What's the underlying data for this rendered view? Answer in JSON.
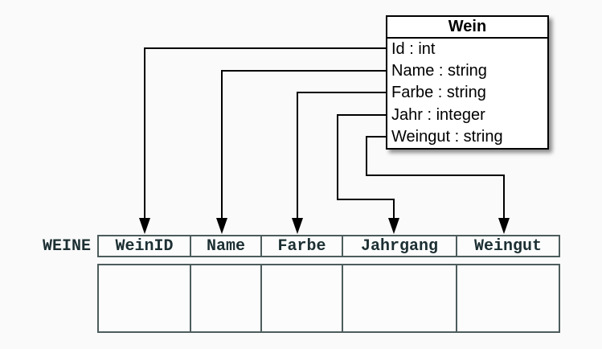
{
  "class_box": {
    "title": "Wein",
    "attributes": [
      "Id : int",
      "Name : string",
      "Farbe : string",
      "Jahr : integer",
      "Weingut : string"
    ]
  },
  "table": {
    "label": "WEINE",
    "columns": [
      "WeinID",
      "Name",
      "Farbe",
      "Jahrgang",
      "Weingut"
    ],
    "body_rows": 1
  },
  "mappings": [
    {
      "from": "Id",
      "to": "WeinID"
    },
    {
      "from": "Name",
      "to": "Name"
    },
    {
      "from": "Farbe",
      "to": "Farbe"
    },
    {
      "from": "Jahr",
      "to": "Jahrgang"
    },
    {
      "from": "Weingut",
      "to": "Weingut"
    }
  ],
  "colors": {
    "background": "#fafafa",
    "box_border": "#000000",
    "arrow": "#000000",
    "table_border": "#4d5c5c",
    "table_text": "#1c2f33"
  }
}
